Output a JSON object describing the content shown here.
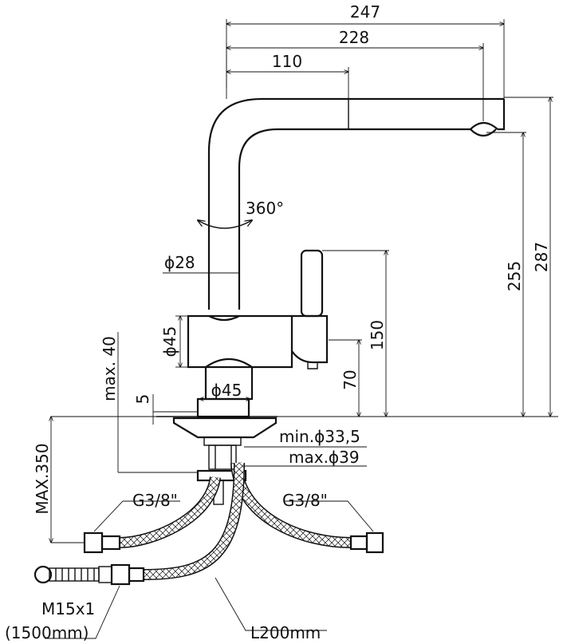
{
  "dimensions": {
    "width_total": "247",
    "width_spout": "228",
    "width_head": "110",
    "height_total": "287",
    "height_spout": "255",
    "height_lever": "150",
    "height_body": "70",
    "rotation": "360°",
    "diameter_pipe": "ϕ28",
    "diameter_body": "ϕ45",
    "diameter_base": "ϕ45",
    "deck_max": "max. 40",
    "gap": "5",
    "hole_min": "min.ϕ33,5",
    "hole_max": "max.ϕ39",
    "depth_max": "MAX.350"
  },
  "connections": {
    "left_thread": "G3/8\"",
    "right_thread": "G3/8\"",
    "pullout_thread": "M15x1",
    "pullout_length": "(1500mm)",
    "hose_length": "L200mm"
  }
}
